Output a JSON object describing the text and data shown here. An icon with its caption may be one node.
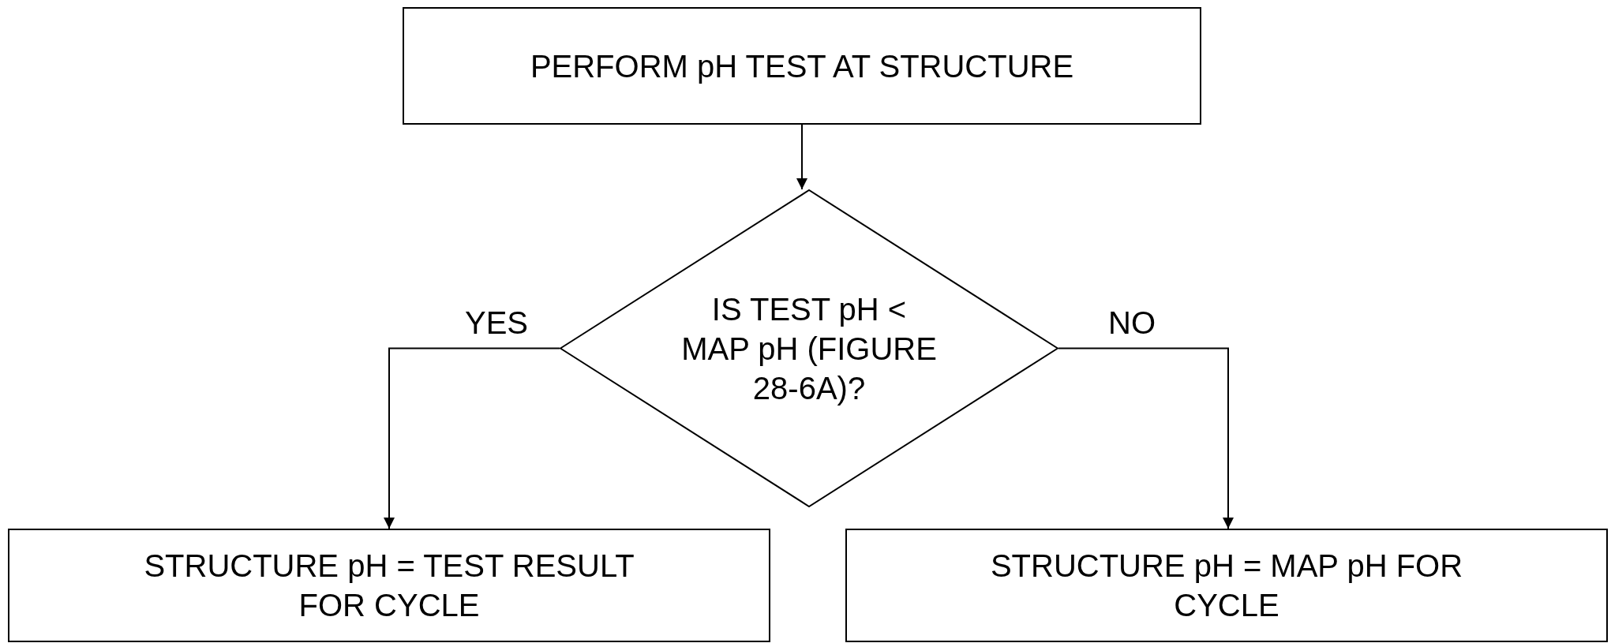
{
  "diagram": {
    "nodes": [
      {
        "text": [
          "PERFORM pH TEST AT STRUCTURE"
        ]
      },
      {
        "text": [
          "IS TEST pH < MAP pH (FIGURE 28-6A)?"
        ]
      },
      {
        "text": [
          "STRUCTURE pH = TEST RESULT FOR CYCLE"
        ]
      },
      {
        "text": [
          "STRUCTURE pH = MAP pH FOR CYCLE"
        ]
      }
    ],
    "edges": [
      {
        "from": 0,
        "to": 1,
        "arrow": "to"
      },
      {
        "from": 1,
        "to": 2,
        "arrow": "to",
        "label": "YES"
      },
      {
        "from": 1,
        "to": 3,
        "arrow": "to",
        "label": "NO"
      }
    ]
  }
}
